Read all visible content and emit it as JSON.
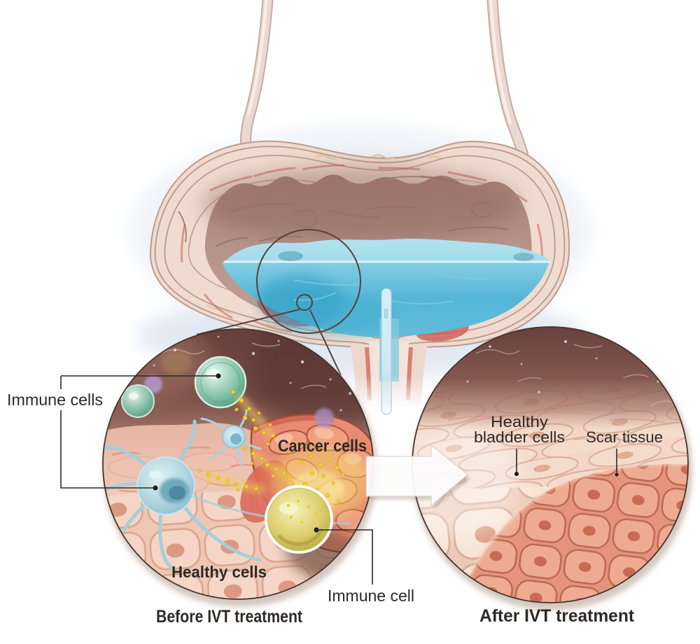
{
  "illustration": {
    "labels": {
      "immune_cells": "Immune cells",
      "cancer_cells": "Cancer cells",
      "healthy_cells": "Healthy cells",
      "immune_cell": "Immune cell",
      "healthy_bladder_cells_line1": "Healthy",
      "healthy_bladder_cells_line2": "bladder cells",
      "scar_tissue": "Scar tissue"
    },
    "captions": {
      "before": "Before IVT treatment",
      "after": "After IVT treatment"
    },
    "colors": {
      "fluid_blue": "#5fbcdc",
      "muscle_red": "#e08179",
      "fat_cream": "#f5e8c8",
      "serosa_pink": "#f0dbd0",
      "lumen_brown": "#6f4843",
      "tissue_pink": "#f2d3c4",
      "cancer_pink": "#e98d74",
      "immune_cell_teal": "#7cc0a6",
      "immune_cell_yellow": "#d3c45c",
      "macrophage_blue": "#a3ccd8",
      "cytokine_dot_yellow": "#f2d32a",
      "label_text": "#2d2926"
    }
  }
}
